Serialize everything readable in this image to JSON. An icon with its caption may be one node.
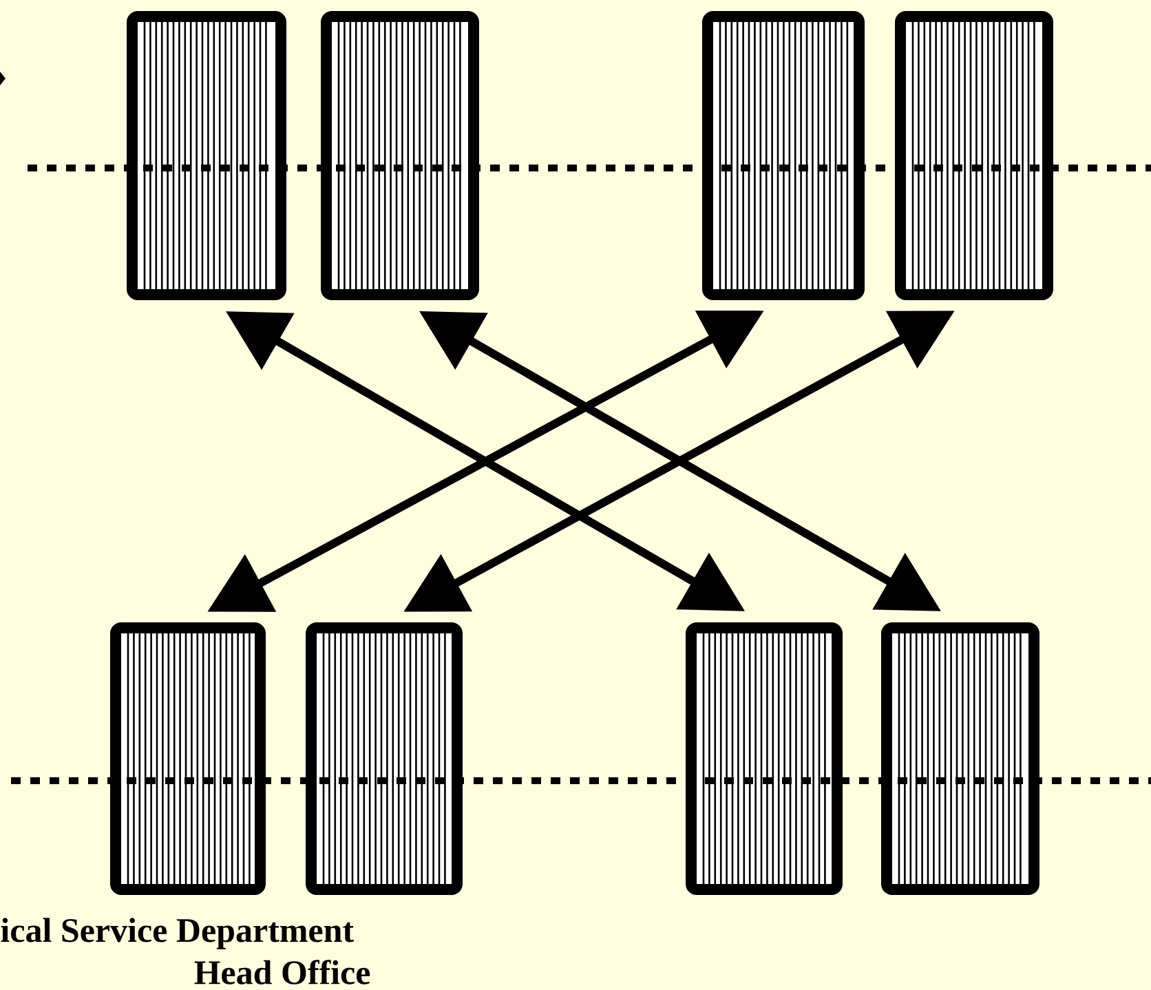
{
  "diagram": {
    "nodes": [
      {
        "text": [],
        "shape": "box"
      },
      {
        "text": [],
        "shape": "box"
      },
      {
        "text": [],
        "shape": "box"
      },
      {
        "text": [],
        "shape": "box"
      },
      {
        "text": [],
        "shape": "box"
      },
      {
        "text": [],
        "shape": "box"
      },
      {
        "text": [],
        "shape": "box"
      },
      {
        "text": [],
        "shape": "box"
      }
    ],
    "edges": [
      {
        "from": 0,
        "to": 6,
        "arrow": "both"
      },
      {
        "from": 1,
        "to": 7,
        "arrow": "both"
      },
      {
        "from": 2,
        "to": 4,
        "arrow": "both"
      },
      {
        "from": 3,
        "to": 5,
        "arrow": "both"
      }
    ],
    "labels": [
      "ical Service Department",
      "Head Office"
    ]
  }
}
